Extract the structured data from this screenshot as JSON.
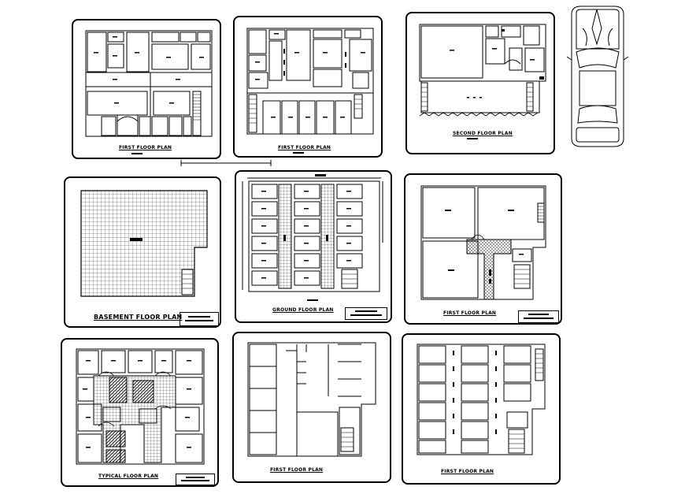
{
  "panels": [
    {
      "id": "p1",
      "title": "FIRST FLOOR PLAN"
    },
    {
      "id": "p2",
      "title": "FIRST FLOOR PLAN"
    },
    {
      "id": "p3",
      "title": "SECOND FLOOR PLAN"
    },
    {
      "id": "p4",
      "title": "BASEMENT FLOOR PLAN"
    },
    {
      "id": "p5",
      "title": "GROUND FLOOR PLAN"
    },
    {
      "id": "p6",
      "title": "FIRST FLOOR PLAN"
    },
    {
      "id": "p7",
      "title": "TYPICAL FLOOR PLAN"
    },
    {
      "id": "p8",
      "title": "FIRST FLOOR PLAN"
    },
    {
      "id": "p9",
      "title": "FIRST FLOOR PLAN"
    }
  ],
  "extras": {
    "car": "car-top-view-block"
  }
}
